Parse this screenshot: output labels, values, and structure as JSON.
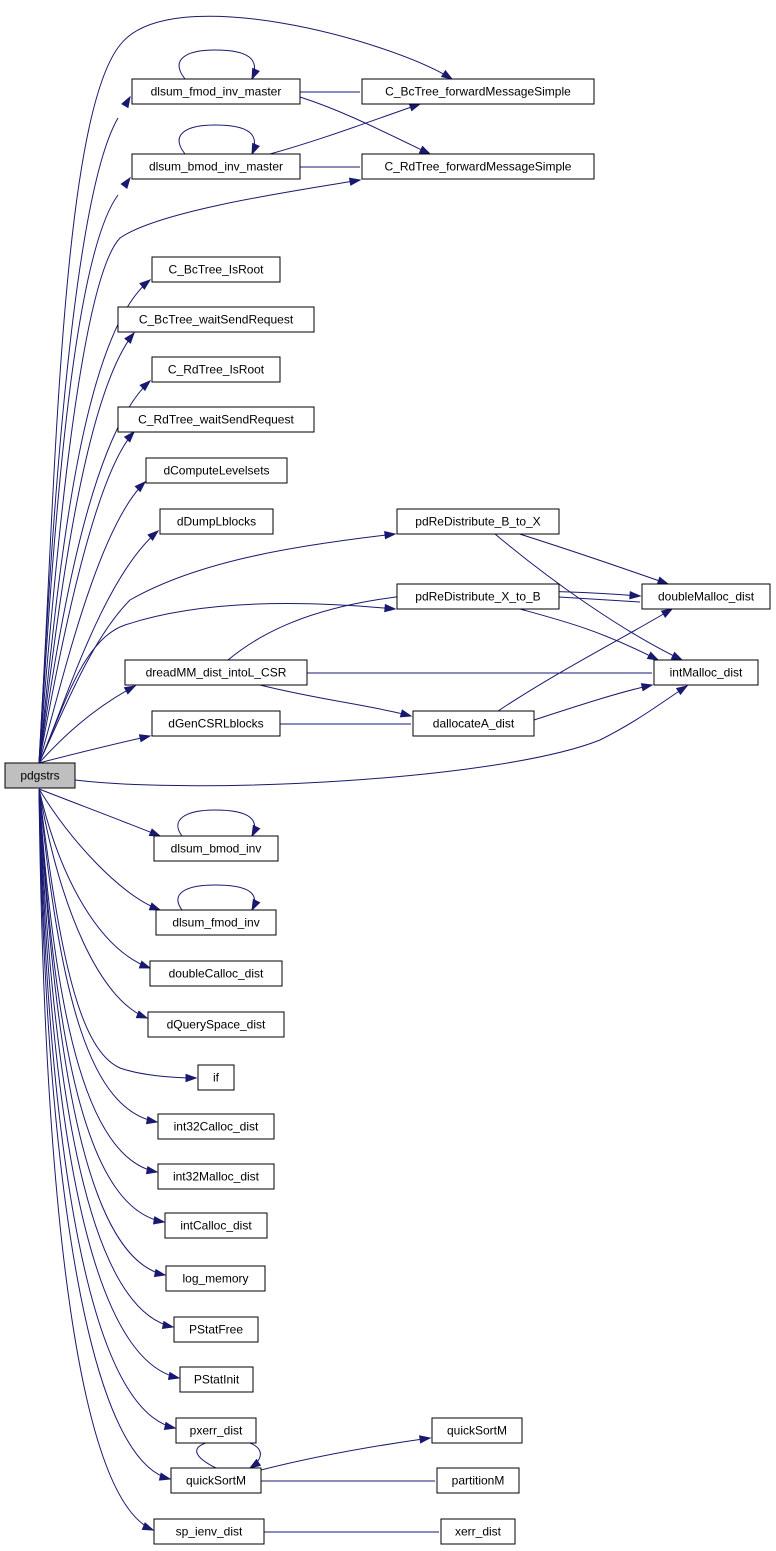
{
  "colors": {
    "edge": "#191970",
    "root_fill": "#bfbfbf",
    "node_fill": "#ffffff",
    "border": "#000000"
  },
  "nodes": {
    "pdgstrs": "pdgstrs",
    "dlsum_fmod_inv_master": "dlsum_fmod_inv_master",
    "dlsum_bmod_inv_master": "dlsum_bmod_inv_master",
    "C_BcTree_forwardMessageSimple": "C_BcTree_forwardMessageSimple",
    "C_RdTree_forwardMessageSimple": "C_RdTree_forwardMessageSimple",
    "C_BcTree_IsRoot": "C_BcTree_IsRoot",
    "C_BcTree_waitSendRequest": "C_BcTree_waitSendRequest",
    "C_RdTree_IsRoot": "C_RdTree_IsRoot",
    "C_RdTree_waitSendRequest": "C_RdTree_waitSendRequest",
    "dComputeLevelsets": "dComputeLevelsets",
    "dDumpLblocks": "dDumpLblocks",
    "pdReDistribute_B_to_X": "pdReDistribute_B_to_X",
    "doubleMalloc_dist": "doubleMalloc_dist",
    "pdReDistribute_X_to_B": "pdReDistribute_X_to_B",
    "dreadMM_dist_intoL_CSR": "dreadMM_dist_intoL_CSR",
    "intMalloc_dist": "intMalloc_dist",
    "dGenCSRLblocks": "dGenCSRLblocks",
    "dallocateA_dist": "dallocateA_dist",
    "dlsum_bmod_inv": "dlsum_bmod_inv",
    "dlsum_fmod_inv": "dlsum_fmod_inv",
    "doubleCalloc_dist": "doubleCalloc_dist",
    "dQuerySpace_dist": "dQuerySpace_dist",
    "if": "if",
    "int32Calloc_dist": "int32Calloc_dist",
    "int32Malloc_dist": "int32Malloc_dist",
    "intCalloc_dist": "intCalloc_dist",
    "log_memory": "log_memory",
    "PStatFree": "PStatFree",
    "PStatInit": "PStatInit",
    "pxerr_dist": "pxerr_dist",
    "quickSortM": "quickSortM",
    "partitionM": "partitionM",
    "sp_ienv_dist": "sp_ienv_dist",
    "xerr_dist": "xerr_dist"
  },
  "edges": [
    [
      "pdgstrs",
      "dlsum_fmod_inv_master"
    ],
    [
      "pdgstrs",
      "C_BcTree_forwardMessageSimple"
    ],
    [
      "pdgstrs",
      "dlsum_bmod_inv_master"
    ],
    [
      "pdgstrs",
      "C_RdTree_forwardMessageSimple"
    ],
    [
      "pdgstrs",
      "C_BcTree_IsRoot"
    ],
    [
      "pdgstrs",
      "C_BcTree_waitSendRequest"
    ],
    [
      "pdgstrs",
      "C_RdTree_IsRoot"
    ],
    [
      "pdgstrs",
      "C_RdTree_waitSendRequest"
    ],
    [
      "pdgstrs",
      "dComputeLevelsets"
    ],
    [
      "pdgstrs",
      "dDumpLblocks"
    ],
    [
      "pdgstrs",
      "pdReDistribute_B_to_X"
    ],
    [
      "pdgstrs",
      "pdReDistribute_X_to_B"
    ],
    [
      "pdgstrs",
      "dreadMM_dist_intoL_CSR"
    ],
    [
      "pdgstrs",
      "dGenCSRLblocks"
    ],
    [
      "pdgstrs",
      "intMalloc_dist"
    ],
    [
      "pdgstrs",
      "dlsum_bmod_inv"
    ],
    [
      "pdgstrs",
      "dlsum_fmod_inv"
    ],
    [
      "pdgstrs",
      "doubleCalloc_dist"
    ],
    [
      "pdgstrs",
      "dQuerySpace_dist"
    ],
    [
      "pdgstrs",
      "if"
    ],
    [
      "pdgstrs",
      "int32Calloc_dist"
    ],
    [
      "pdgstrs",
      "int32Malloc_dist"
    ],
    [
      "pdgstrs",
      "intCalloc_dist"
    ],
    [
      "pdgstrs",
      "log_memory"
    ],
    [
      "pdgstrs",
      "PStatFree"
    ],
    [
      "pdgstrs",
      "PStatInit"
    ],
    [
      "pdgstrs",
      "pxerr_dist"
    ],
    [
      "pdgstrs",
      "quickSortM"
    ],
    [
      "pdgstrs",
      "sp_ienv_dist"
    ],
    [
      "dlsum_fmod_inv_master",
      "dlsum_fmod_inv_master"
    ],
    [
      "dlsum_fmod_inv_master",
      "C_BcTree_forwardMessageSimple"
    ],
    [
      "dlsum_fmod_inv_master",
      "C_RdTree_forwardMessageSimple"
    ],
    [
      "dlsum_bmod_inv_master",
      "dlsum_bmod_inv_master"
    ],
    [
      "dlsum_bmod_inv_master",
      "C_BcTree_forwardMessageSimple"
    ],
    [
      "dlsum_bmod_inv_master",
      "C_RdTree_forwardMessageSimple"
    ],
    [
      "pdReDistribute_B_to_X",
      "doubleMalloc_dist"
    ],
    [
      "pdReDistribute_B_to_X",
      "intMalloc_dist"
    ],
    [
      "pdReDistribute_X_to_B",
      "doubleMalloc_dist"
    ],
    [
      "pdReDistribute_X_to_B",
      "intMalloc_dist"
    ],
    [
      "dreadMM_dist_intoL_CSR",
      "doubleMalloc_dist"
    ],
    [
      "dreadMM_dist_intoL_CSR",
      "intMalloc_dist"
    ],
    [
      "dreadMM_dist_intoL_CSR",
      "dallocateA_dist"
    ],
    [
      "dGenCSRLblocks",
      "dallocateA_dist"
    ],
    [
      "dallocateA_dist",
      "doubleMalloc_dist"
    ],
    [
      "dallocateA_dist",
      "intMalloc_dist"
    ],
    [
      "dlsum_bmod_inv",
      "dlsum_bmod_inv"
    ],
    [
      "dlsum_fmod_inv",
      "dlsum_fmod_inv"
    ],
    [
      "quickSortM",
      "quickSortM"
    ],
    [
      "quickSortM",
      "partitionM"
    ],
    [
      "sp_ienv_dist",
      "xerr_dist"
    ]
  ]
}
